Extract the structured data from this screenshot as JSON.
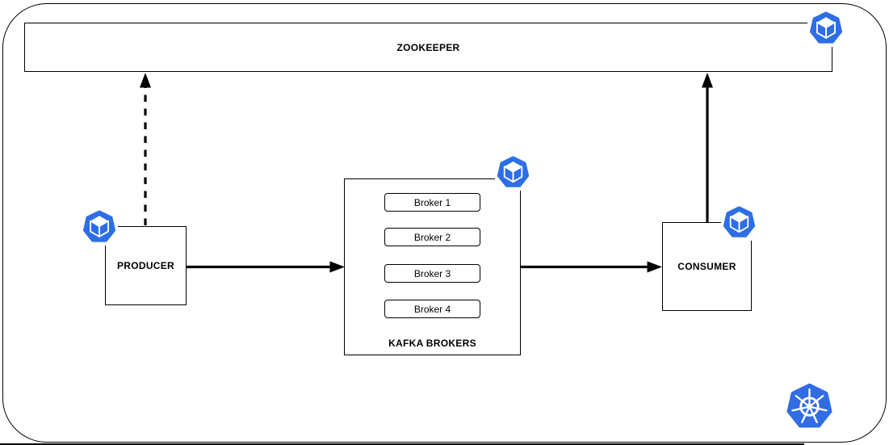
{
  "diagram": {
    "zookeeper": {
      "label": "ZOOKEEPER"
    },
    "producer": {
      "label": "PRODUCER"
    },
    "kafka_brokers": {
      "label": "KAFKA BROKERS",
      "brokers": [
        "Broker 1",
        "Broker 2",
        "Broker 3",
        "Broker 4"
      ]
    },
    "consumer": {
      "label": "CONSUMER"
    },
    "arrows": [
      {
        "from": "producer",
        "to": "zookeeper",
        "style": "dashed",
        "direction": "up"
      },
      {
        "from": "producer",
        "to": "kafka_brokers",
        "style": "solid",
        "direction": "right"
      },
      {
        "from": "kafka_brokers",
        "to": "consumer",
        "style": "solid",
        "direction": "right"
      },
      {
        "from": "consumer",
        "to": "zookeeper",
        "style": "solid",
        "direction": "up"
      }
    ],
    "icons": {
      "pod": "kubernetes-pod-icon",
      "logo": "kubernetes-helm-logo"
    },
    "colors": {
      "pod_icon_blue": "#2E6EE5",
      "kubernetes_blue": "#326CE5",
      "stroke_black": "#000000",
      "background_white": "#FFFFFF"
    }
  }
}
